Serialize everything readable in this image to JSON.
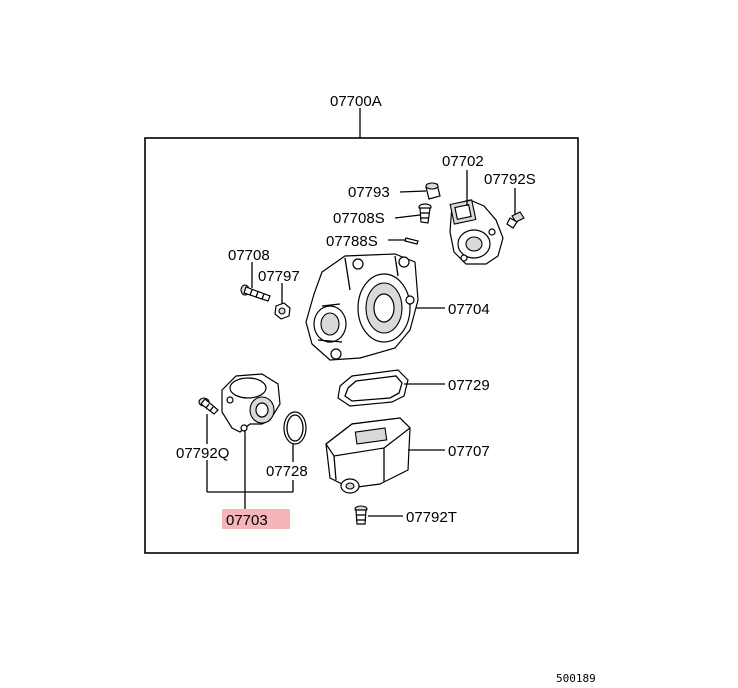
{
  "assembly_label": "07700A",
  "labels": {
    "p07702": "07702",
    "p07792S": "07792S",
    "p07793": "07793",
    "p07708S": "07708S",
    "p07788S": "07788S",
    "p07708": "07708",
    "p07797": "07797",
    "p07704": "07704",
    "p07729": "07729",
    "p07707": "07707",
    "p07792Q": "07792Q",
    "p07728": "07728",
    "p07703": "07703",
    "p07792T": "07792T"
  },
  "highlight_color": "#f4b6b8",
  "diagram_number": "500189"
}
